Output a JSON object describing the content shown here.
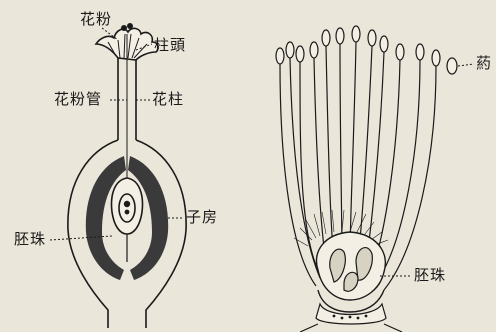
{
  "labels": {
    "pollen": "花粉",
    "stigma": "柱頭",
    "pollen_tube": "花粉管",
    "style": "花柱",
    "ovary": "子房",
    "ovule_left": "胚珠",
    "anther": "葯",
    "ovule_right": "胚珠"
  },
  "colors": {
    "paper": "#ebe6da",
    "ink": "#1a1a1a",
    "dark_fill": "#3a3a3a"
  }
}
